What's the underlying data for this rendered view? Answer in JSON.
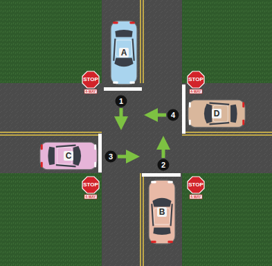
{
  "diagram": {
    "nodes": [
      {
        "text": [
          "A"
        ]
      },
      {
        "text": [
          "STOP",
          "4-WAY"
        ]
      },
      {
        "text": [
          "STOP",
          "4-WAY"
        ]
      },
      {
        "text": [
          "1"
        ]
      },
      {
        "text": [
          "4"
        ]
      },
      {
        "text": [
          "D"
        ]
      },
      {
        "text": [
          "C"
        ]
      },
      {
        "text": [
          "3"
        ]
      },
      {
        "text": [
          "2"
        ]
      },
      {
        "text": [
          "STOP",
          "4-WAY"
        ]
      },
      {
        "text": [
          "STOP",
          "4-WAY"
        ]
      },
      {
        "text": [
          "B"
        ]
      }
    ]
  }
}
